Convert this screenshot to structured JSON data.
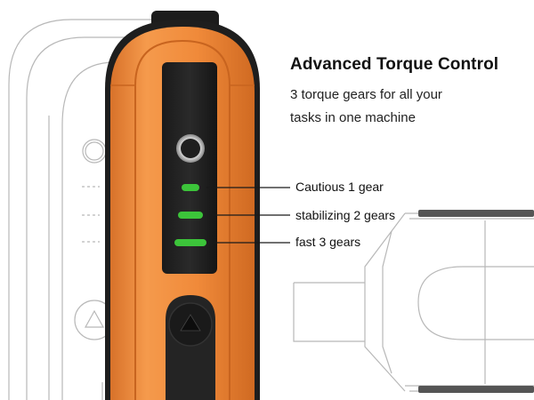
{
  "headline": "Advanced Torque Control",
  "subtitle_line1": "3 torque gears for all your",
  "subtitle_line2": "tasks in one machine",
  "gears": [
    {
      "label": "Cautious 1 gear",
      "level": 1
    },
    {
      "label": "stabilizing 2 gears",
      "level": 2
    },
    {
      "label": "fast 3 gears",
      "level": 3
    }
  ],
  "colors": {
    "body_orange": "#f08a3a",
    "grip_black": "#222222",
    "indicator_green": "#3cc43a",
    "sketch_line": "#b8b8b8"
  },
  "icons": [
    "power-button-icon",
    "up-arrow-icon"
  ]
}
